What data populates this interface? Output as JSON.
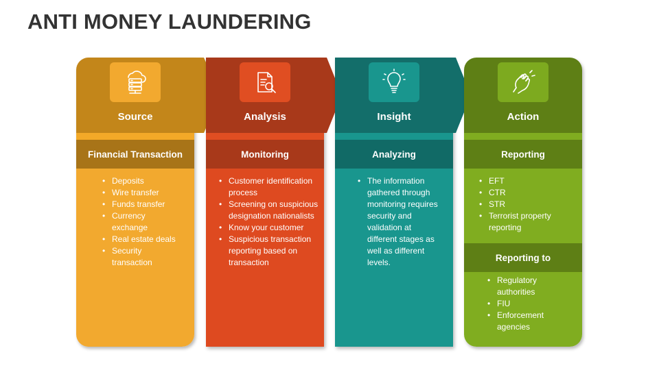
{
  "title": "ANTI MONEY LAUNDERING",
  "columns": [
    {
      "name": "Source",
      "icon": "server-cloud-icon",
      "section": "Financial Transaction",
      "items": [
        "Deposits",
        "Wire transfer",
        "Funds transfer",
        "Currency exchange",
        "Real estate deals",
        "Security transaction"
      ],
      "colors": {
        "top": "#C3861A",
        "arrow": "#C3861A",
        "icon_box": "#F2A92F",
        "accent": "#F3A928",
        "head": "#A87418",
        "body": "#F2A92F"
      }
    },
    {
      "name": "Analysis",
      "icon": "document-magnifier-icon",
      "section": "Monitoring",
      "items": [
        "Customer identification process",
        "Screening on suspicious designation nationalists",
        "Know your customer",
        "Suspicious transaction reporting based on transaction"
      ],
      "colors": {
        "top": "#A8391A",
        "arrow": "#A8391A",
        "icon_box": "#E04E22",
        "accent": "#E04E22",
        "head": "#A8391A",
        "body": "#DE4A20"
      }
    },
    {
      "name": "Insight",
      "icon": "lightbulb-icon",
      "section": "Analyzing",
      "items": [
        "The information gathered through monitoring requires security and validation at different stages as well as different levels."
      ],
      "colors": {
        "top": "#136E6A",
        "arrow": "#136E6A",
        "icon_box": "#19968E",
        "accent": "#19968E",
        "head": "#116A66",
        "body": "#19968E"
      }
    },
    {
      "name": "Action",
      "icon": "fist-icon",
      "section": "Reporting",
      "items": [
        "EFT",
        "CTR",
        "STR",
        "Terrorist property reporting"
      ],
      "section2": "Reporting to",
      "items2": [
        "Regulatory authorities",
        "FIU",
        "Enforcement agencies"
      ],
      "colors": {
        "top": "#5E7F15",
        "arrow": "#5E7F15",
        "icon_box": "#7DAA1F",
        "accent": "#80AD20",
        "head": "#5E7F15",
        "body": "#80AD20"
      }
    }
  ]
}
